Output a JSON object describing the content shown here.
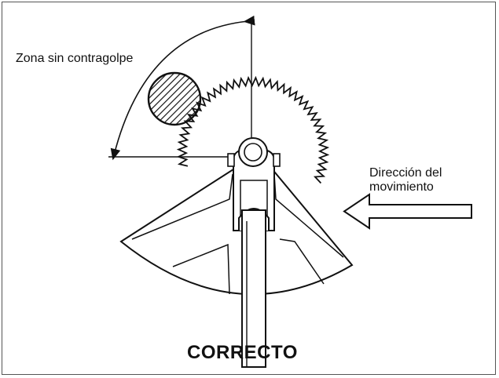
{
  "diagram": {
    "zone_label": "Zona sin contragolpe",
    "direction_label_line1": "Dirección del",
    "direction_label_line2": "movimiento",
    "title": "CORRECTO",
    "colors": {
      "ink": "#111111",
      "border": "#555555",
      "background": "#ffffff"
    }
  }
}
